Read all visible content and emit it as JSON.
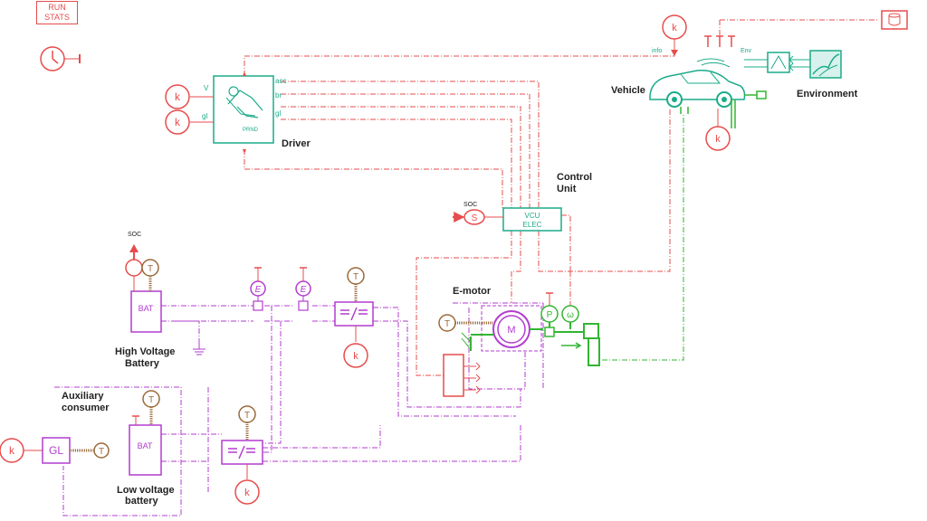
{
  "toolbar": {
    "run_line1": "RUN",
    "run_line2": "STATS"
  },
  "labels": {
    "driver": "Driver",
    "vehicle": "Vehicle",
    "environment": "Environment",
    "control_unit_1": "Control",
    "control_unit_2": "Unit",
    "emotor": "E-motor",
    "hv_battery_1": "High Voltage",
    "hv_battery_2": "Battery",
    "aux_1": "Auxiliary",
    "aux_2": "consumer",
    "lv_battery_1": "Low voltage",
    "lv_battery_2": "battery",
    "soc_top": "SOC",
    "soc_vcu": "SOC"
  },
  "ports": {
    "acc": "acc",
    "br": "br",
    "gl": "gl",
    "driver_v": "V",
    "driver_gl": "gl",
    "info": "info",
    "env": "Env"
  },
  "blocks": {
    "vcu_1": "VCU",
    "vcu_2": "ELEC",
    "bat": "BAT",
    "gl": "GL",
    "motor": "M",
    "k": "k",
    "t": "T",
    "e": "E",
    "p": "P",
    "s": "S",
    "omega": "ω",
    "prnd": "PRND"
  },
  "colors": {
    "red": "#e74c4c",
    "green": "#1aab8a",
    "purple": "#b23ccf",
    "brown": "#9a6a3a",
    "bright_green": "#33b533"
  }
}
